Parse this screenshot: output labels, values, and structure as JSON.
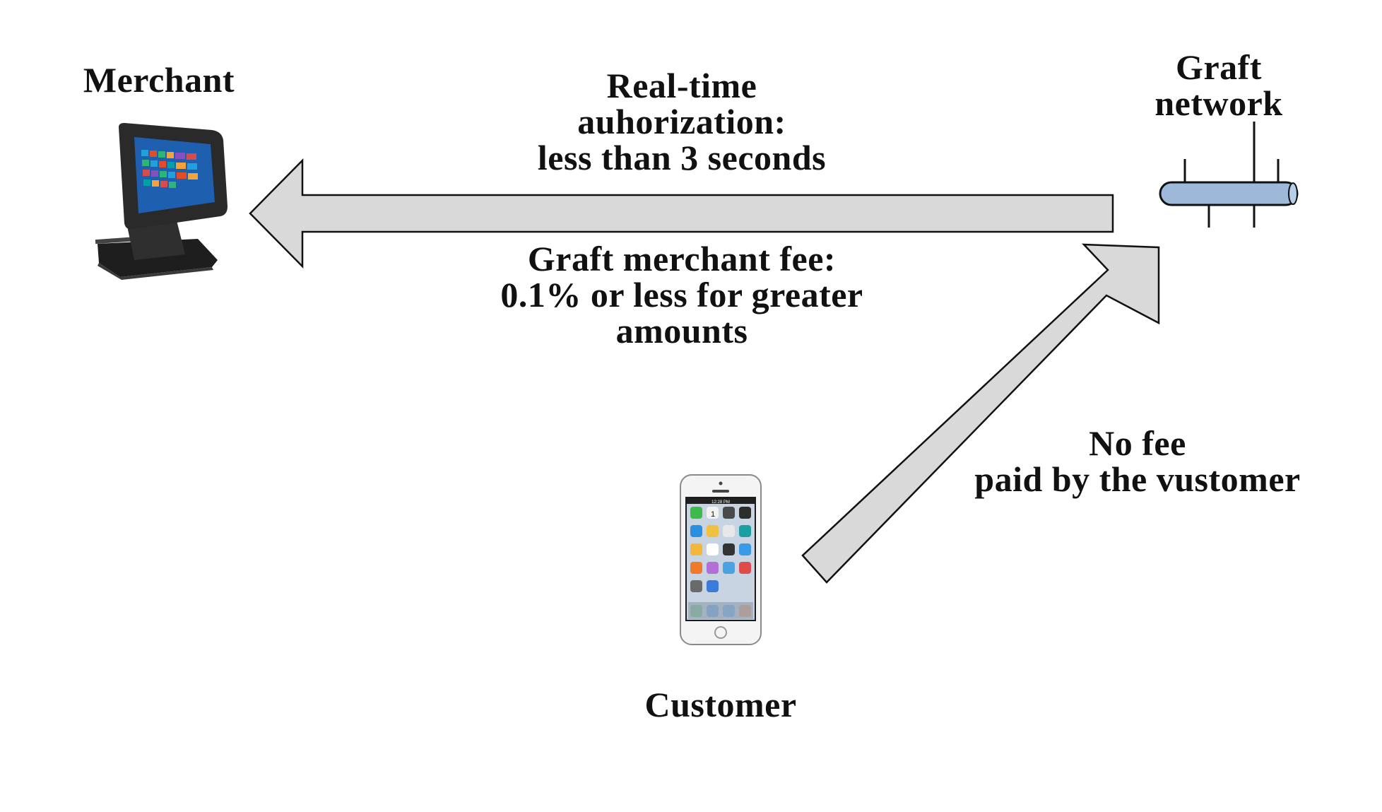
{
  "labels": {
    "merchant": "Merchant",
    "graft_network": [
      "Graft",
      "network"
    ],
    "authorization": [
      "Real-time",
      "auhorization:",
      "less than 3 seconds"
    ],
    "merchant_fee": [
      "Graft merchant fee:",
      "0.1% or less for greater",
      "amounts"
    ],
    "customer_fee": [
      "No fee",
      "paid by the vustomer"
    ],
    "customer": "Customer"
  },
  "icons": {
    "merchant": "pos-terminal-icon",
    "network": "network-bus-icon",
    "customer": "smartphone-icon"
  },
  "phone_screen": {
    "status_time": "12:28 PM",
    "calendar_day": "1"
  },
  "colors": {
    "arrow_fill": "#d9d9d9",
    "arrow_stroke": "#111111",
    "network_bus": "#9db8d8",
    "terminal_body": "#2a2a2a",
    "text": "#111111"
  }
}
